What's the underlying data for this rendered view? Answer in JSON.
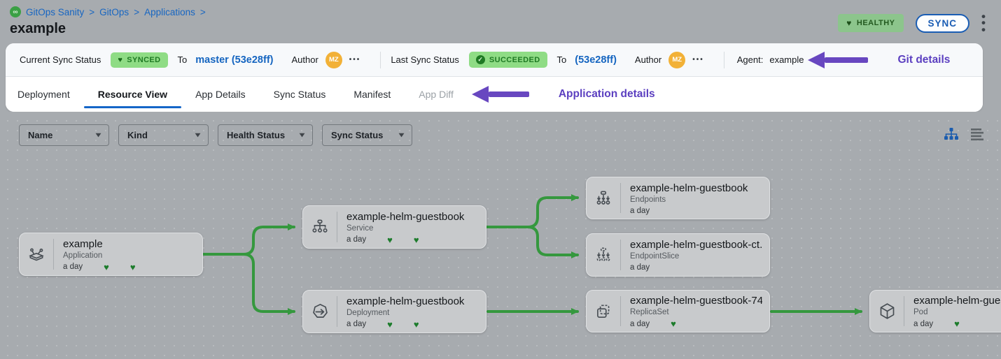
{
  "header": {
    "breadcrumb": {
      "items": [
        "GitOps Sanity",
        "GitOps",
        "Applications"
      ],
      "separator": ">",
      "logo_icon": "gitops-logo"
    },
    "title": "example",
    "health_badge": "HEALTHY",
    "sync_button": "SYNC"
  },
  "status_bar": {
    "current": {
      "label": "Current Sync Status",
      "badge": "SYNCED",
      "to_label": "To",
      "revision": "master (53e28ff)",
      "author_label": "Author",
      "avatar": "MZ",
      "more": "•••"
    },
    "last": {
      "label": "Last Sync Status",
      "badge": "SUCCEEDED",
      "to_label": "To",
      "revision": "(53e28ff)",
      "author_label": "Author",
      "avatar": "MZ",
      "more": "•••"
    },
    "agent_label": "Agent:",
    "agent_value": "example",
    "annotation": "Git details"
  },
  "tabs": {
    "items": [
      {
        "label": "Deployment",
        "state": "normal"
      },
      {
        "label": "Resource View",
        "state": "active"
      },
      {
        "label": "App Details",
        "state": "normal"
      },
      {
        "label": "Sync Status",
        "state": "normal"
      },
      {
        "label": "Manifest",
        "state": "normal"
      },
      {
        "label": "App Diff",
        "state": "disabled"
      }
    ],
    "annotation": "Application details"
  },
  "filters": {
    "name": "Name",
    "kind": "Kind",
    "health": "Health Status",
    "sync": "Sync Status"
  },
  "view_toggle": {
    "tree": "tree-view-icon",
    "list": "list-view-icon"
  },
  "icons": {
    "heart": "♥",
    "check": "✓",
    "chevron_down": "▾",
    "infinity": "∞"
  },
  "graph": {
    "nodes": [
      {
        "title": "example",
        "kind": "Application",
        "age": "a day",
        "hearts": 2,
        "icon": "application"
      },
      {
        "title": "example-helm-guestbook",
        "kind": "Service",
        "age": "a day",
        "hearts": 2,
        "icon": "service"
      },
      {
        "title": "example-helm-guestbook",
        "kind": "Deployment",
        "age": "a day",
        "hearts": 2,
        "icon": "deployment"
      },
      {
        "title": "example-helm-guestbook",
        "kind": "Endpoints",
        "age": "a day",
        "hearts": 0,
        "icon": "endpoints"
      },
      {
        "title": "example-helm-guestbook-ct...",
        "kind": "EndpointSlice",
        "age": "a day",
        "hearts": 0,
        "icon": "endpointslice"
      },
      {
        "title": "example-helm-guestbook-74...",
        "kind": "ReplicaSet",
        "age": "a day",
        "hearts": 1,
        "icon": "replicaset"
      },
      {
        "title": "example-helm-guest",
        "kind": "Pod",
        "age": "a day",
        "hearts": 1,
        "icon": "pod"
      }
    ],
    "edges": [
      {
        "from": "example",
        "to": "example-helm-guestbook (Service)"
      },
      {
        "from": "example",
        "to": "example-helm-guestbook (Deployment)"
      },
      {
        "from": "example-helm-guestbook (Service)",
        "to": "example-helm-guestbook (Endpoints)"
      },
      {
        "from": "example-helm-guestbook (Service)",
        "to": "example-helm-guestbook-ct... (EndpointSlice)"
      },
      {
        "from": "example-helm-guestbook (Deployment)",
        "to": "example-helm-guestbook-74... (ReplicaSet)"
      },
      {
        "from": "example-helm-guestbook-74... (ReplicaSet)",
        "to": "example-helm-guest (Pod)"
      }
    ]
  },
  "colors": {
    "page_background": "#a7abaf",
    "card_background": "#ffffff",
    "status_row_background": "#f7f9fb",
    "badge_green_bg": "#8fdc85",
    "badge_green_text": "#1f7a24",
    "healthy_badge_bg": "#8cc58c",
    "link_blue": "#1565c0",
    "tab_underline_blue": "#1566c8",
    "annotation_purple": "#6847c0",
    "edge_green": "#35983e",
    "heart_green": "#1d7c2c",
    "avatar_orange": "#f2b137",
    "node_bg": "#c8cacc"
  }
}
